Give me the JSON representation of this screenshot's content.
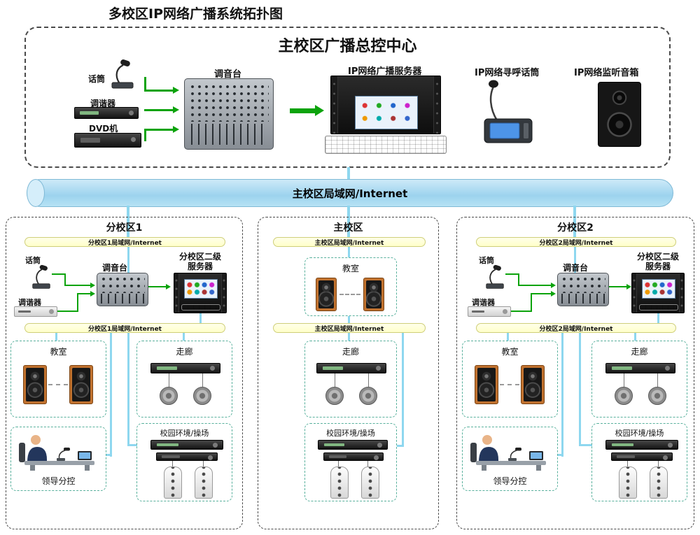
{
  "page_title": "多校区IP网络广播系统拓扑图",
  "colors": {
    "arrow_green": "#0ca30c",
    "link_cyan": "#8ed7ef",
    "backbone_fill": "#aadcf2",
    "lan_bar_fill": "#ffffd6",
    "zone_border": "#58b09c"
  },
  "control_center": {
    "title": "主校区广播总控中心",
    "sources": {
      "mic": "话筒",
      "tuner": "调谐器",
      "dvd": "DVD机"
    },
    "mixer": "调音台",
    "server": "IP网络广播服务器",
    "paging_mic": "IP网络寻呼话筒",
    "monitor_speaker": "IP网络监听音箱"
  },
  "backbone": {
    "label": "主校区局域网/Internet"
  },
  "branch1": {
    "title": "分校区1",
    "lan_top": "分校区1局域网/Internet",
    "lan_bottom": "分校区1局域网/Internet",
    "mic": "话筒",
    "tuner": "调谐器",
    "mixer": "调音台",
    "server_line1": "分校区二级",
    "server_line2": "服务器",
    "zones": {
      "classroom": "教室",
      "corridor": "走廊",
      "leader": "领导分控",
      "playground": "校园环境/操场"
    }
  },
  "main_campus": {
    "title": "主校区",
    "lan_top": "主校区局域网/Internet",
    "lan_bottom": "主校区局域网/Internet",
    "zones": {
      "classroom": "教室",
      "corridor": "走廊",
      "playground": "校园环境/操场"
    }
  },
  "branch2": {
    "title": "分校区2",
    "lan_top": "分校区2局域网/Internet",
    "lan_bottom": "分校区2局域网/Internet",
    "mic": "话筒",
    "tuner": "调谐器",
    "mixer": "调音台",
    "server_line1": "分校区二级",
    "server_line2": "服务器",
    "zones": {
      "classroom": "教室",
      "corridor": "走廊",
      "leader": "领导分控",
      "playground": "校园环境/操场"
    }
  }
}
